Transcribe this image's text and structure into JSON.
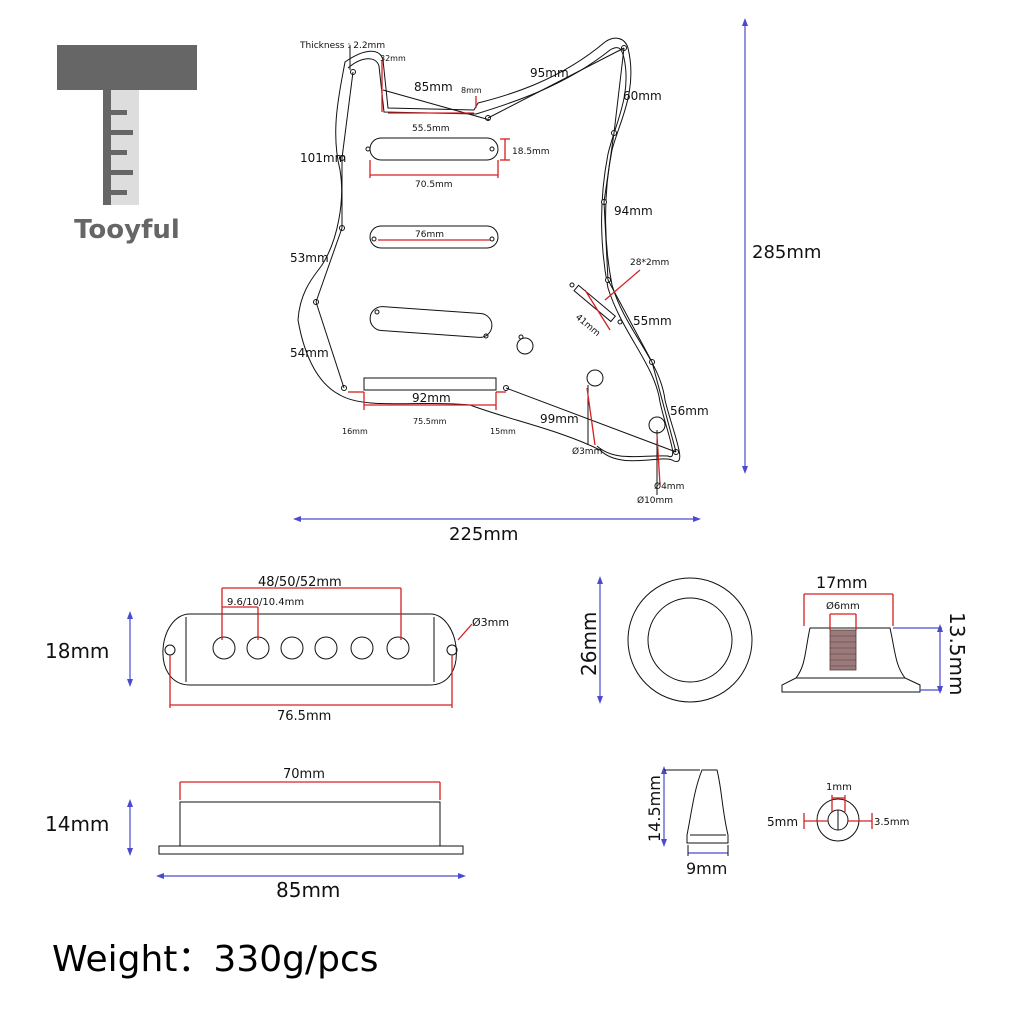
{
  "brand": {
    "name": "Tooyful",
    "color_dark": "#666666",
    "color_light": "#aaaaaa"
  },
  "pickguard": {
    "thickness": "Thickness : 2.2mm",
    "dim_32": "32mm",
    "dim_85": "85mm",
    "dim_8": "8mm",
    "dim_95": "95mm",
    "dim_60": "60mm",
    "dim_55_5": "55.5mm",
    "dim_18_5": "18.5mm",
    "dim_101": "101mm",
    "dim_70_5": "70.5mm",
    "dim_94": "94mm",
    "dim_76": "76mm",
    "dim_53": "53mm",
    "dim_28x2": "28*2mm",
    "dim_41": "41mm",
    "dim_55": "55mm",
    "dim_54": "54mm",
    "dim_92": "92mm",
    "dim_16": "16mm",
    "dim_75_5": "75.5mm",
    "dim_15": "15mm",
    "dim_99": "99mm",
    "dim_56": "56mm",
    "dim_phi3": "Ø3mm",
    "dim_phi4": "Ø4mm",
    "dim_phi10": "Ø10mm",
    "height": "285mm",
    "width": "225mm"
  },
  "pickup_top": {
    "spacing": "48/50/52mm",
    "pole_dia": "9.6/10/10.4mm",
    "hole": "Ø3mm",
    "height": "18mm",
    "length": "76.5mm"
  },
  "pickup_side": {
    "top_len": "70mm",
    "height": "14mm",
    "base_len": "85mm"
  },
  "ring": {
    "dia": "26mm"
  },
  "knob": {
    "top": "17mm",
    "shaft": "Ø6mm",
    "height": "13.5mm"
  },
  "switch_tip": {
    "height": "14.5mm",
    "width": "9mm"
  },
  "tip_top": {
    "hole": "1mm",
    "outer": "5mm",
    "inner": "3.5mm"
  },
  "weight": "Weight：330g/pcs"
}
